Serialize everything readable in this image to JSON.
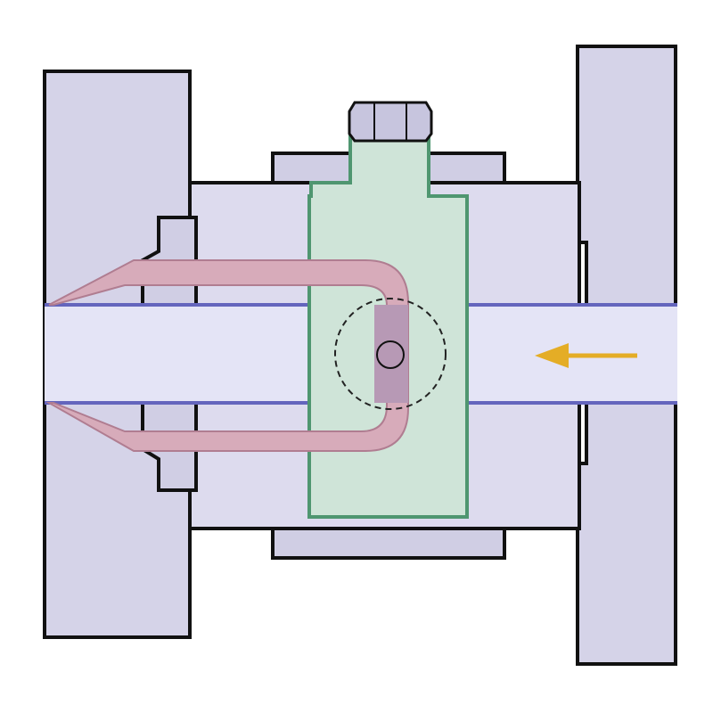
{
  "diagram": {
    "type": "cross-section",
    "colors": {
      "background": "#ffffff",
      "outline": "#111111",
      "housing_fill": "#d5d3e8",
      "housing_fill_light": "#dddbee",
      "cap_fill": "#d0cee4",
      "bore_fill": "#e4e4f6",
      "bore_wall": "#6465bd",
      "block_fill": "#cfe4d8",
      "block_outline": "#4f9670",
      "tube_fill": "#d7abba",
      "tube_outline": "#b07d91",
      "tube_shaded_fill": "#b799b5",
      "nut_fill": "#c7c5de",
      "focus_circle": "#222222",
      "arrow": "#e4ad26"
    },
    "parts": [
      "left-flange",
      "right-flange",
      "body-housing",
      "top-cap",
      "bottom-cap",
      "side-collar",
      "bore",
      "actuator-block",
      "hex-nut",
      "u-tube",
      "pivot-pin",
      "detail-circle",
      "flow-arrow"
    ],
    "flow_direction": "right-to-left",
    "detail_circle_style": "dashed"
  }
}
